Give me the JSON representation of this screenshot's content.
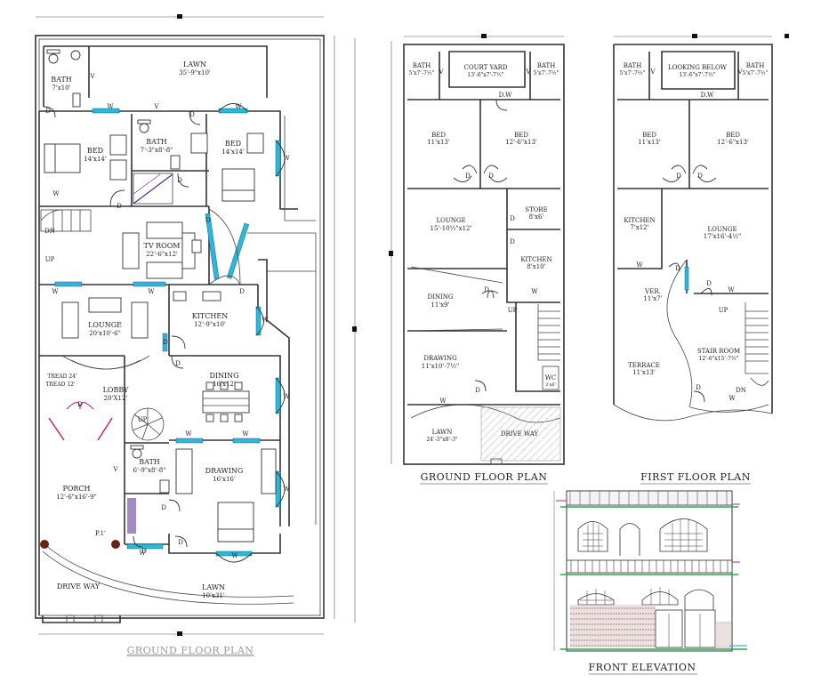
{
  "sheet_titles": {
    "main_plan": "GROUND FLOOR PLAN",
    "small_ground": "GROUND FLOOR PLAN",
    "first_floor": "FIRST FLOOR PLAN",
    "elevation": "FRONT ELEVATION"
  },
  "main_plan": {
    "rooms": [
      {
        "id": "bath1",
        "name": "BATH",
        "size": "7'x10'"
      },
      {
        "id": "lawn_top",
        "name": "LAWN",
        "size": "35'-9\"x10'"
      },
      {
        "id": "bath2",
        "name": "BATH",
        "size": "7'-3\"x8'-8\""
      },
      {
        "id": "bed_left",
        "name": "BED",
        "size": "14'x14'"
      },
      {
        "id": "bed_right",
        "name": "BED",
        "size": "14'x14'"
      },
      {
        "id": "tv",
        "name": "TV ROOM",
        "size": "22'-6\"x12'"
      },
      {
        "id": "lounge",
        "name": "LOUNGE",
        "size": "20'x10'-6\""
      },
      {
        "id": "kitchen",
        "name": "KITCHEN",
        "size": "12'-9\"x10'"
      },
      {
        "id": "dining",
        "name": "DINING",
        "size": "16'x12'"
      },
      {
        "id": "lobby",
        "name": "LOBBY",
        "size": "20'X12'"
      },
      {
        "id": "bath3",
        "name": "BATH",
        "size": "6'-9\"x8'-8\""
      },
      {
        "id": "porch",
        "name": "PORCH",
        "size": "12'-6\"x16'-9\""
      },
      {
        "id": "drawing",
        "name": "DRAWING",
        "size": "16'x16'"
      },
      {
        "id": "driveway",
        "name": "DRIVE WAY",
        "size": ""
      },
      {
        "id": "lawn_bottom",
        "name": "LAWN",
        "size": "10'x31'"
      }
    ],
    "tread_notes": [
      "TREAD 24'",
      "TREAD 12'"
    ],
    "stair_labels": {
      "up": "UP",
      "dn": "DN",
      "up2": "UP"
    },
    "pillar_note": "P.1'",
    "door_tag": "D",
    "window_tag": "W",
    "vent_tag": "V"
  },
  "ground_small": {
    "rooms": [
      {
        "id": "g_bath_l",
        "name": "BATH",
        "size": "5'x7'-7½\""
      },
      {
        "id": "g_court",
        "name": "COURT YARD",
        "size": "13'-6\"x7'-7½\""
      },
      {
        "id": "g_bath_r",
        "name": "BATH",
        "size": "5'x7'-7½\""
      },
      {
        "id": "g_bed_l",
        "name": "BED",
        "size": "11'x13'"
      },
      {
        "id": "g_bed_r",
        "name": "BED",
        "size": "12'-6\"x13'"
      },
      {
        "id": "g_lounge",
        "name": "LOUNGE",
        "size": "15'-10½\"x12'"
      },
      {
        "id": "g_store",
        "name": "STORE",
        "size": "8'x6'"
      },
      {
        "id": "g_kitchen",
        "name": "KITCHEN",
        "size": "8'x10'"
      },
      {
        "id": "g_dining",
        "name": "DINING",
        "size": "11'x9'"
      },
      {
        "id": "g_drawing",
        "name": "DRAWING",
        "size": "11'x10'-7½\""
      },
      {
        "id": "g_wc",
        "name": "WC",
        "size": "3'x6'"
      },
      {
        "id": "g_lawn",
        "name": "LAWN",
        "size": "24'-3\"x8'-3\""
      },
      {
        "id": "g_drive",
        "name": "DRIVE WAY",
        "size": ""
      }
    ],
    "dw_tag": "D.W",
    "up_tag": "UP"
  },
  "first_floor": {
    "rooms": [
      {
        "id": "f_bath_l",
        "name": "BATH",
        "size": "5'x7'-7½\""
      },
      {
        "id": "f_looking",
        "name": "LOOKING BELOW",
        "size": "13'-6\"x7'-7½\""
      },
      {
        "id": "f_bath_r",
        "name": "BATH",
        "size": "5'x7'-7½\""
      },
      {
        "id": "f_bed_l",
        "name": "BED",
        "size": "11'x13'"
      },
      {
        "id": "f_bed_r",
        "name": "BED",
        "size": "12'-6\"x13'"
      },
      {
        "id": "f_kitchen",
        "name": "KITCHEN",
        "size": "7'x12'"
      },
      {
        "id": "f_lounge",
        "name": "LOUNGE",
        "size": "17'x16'-4½\""
      },
      {
        "id": "f_ver",
        "name": "VER.",
        "size": "11'x7'"
      },
      {
        "id": "f_terrace",
        "name": "TERRACE",
        "size": "11'x13'"
      },
      {
        "id": "f_stair",
        "name": "STAIR ROOM",
        "size": "12'-6\"x15'-7½\""
      }
    ],
    "dw_tag": "D.W",
    "up_tag": "UP",
    "dn_tag": "DN"
  },
  "colors": {
    "wall": "#333333",
    "window": "#2fb6d8",
    "door_arc": "#c0187a",
    "hatch": "#5a2b8a",
    "background": "#ffffff"
  }
}
